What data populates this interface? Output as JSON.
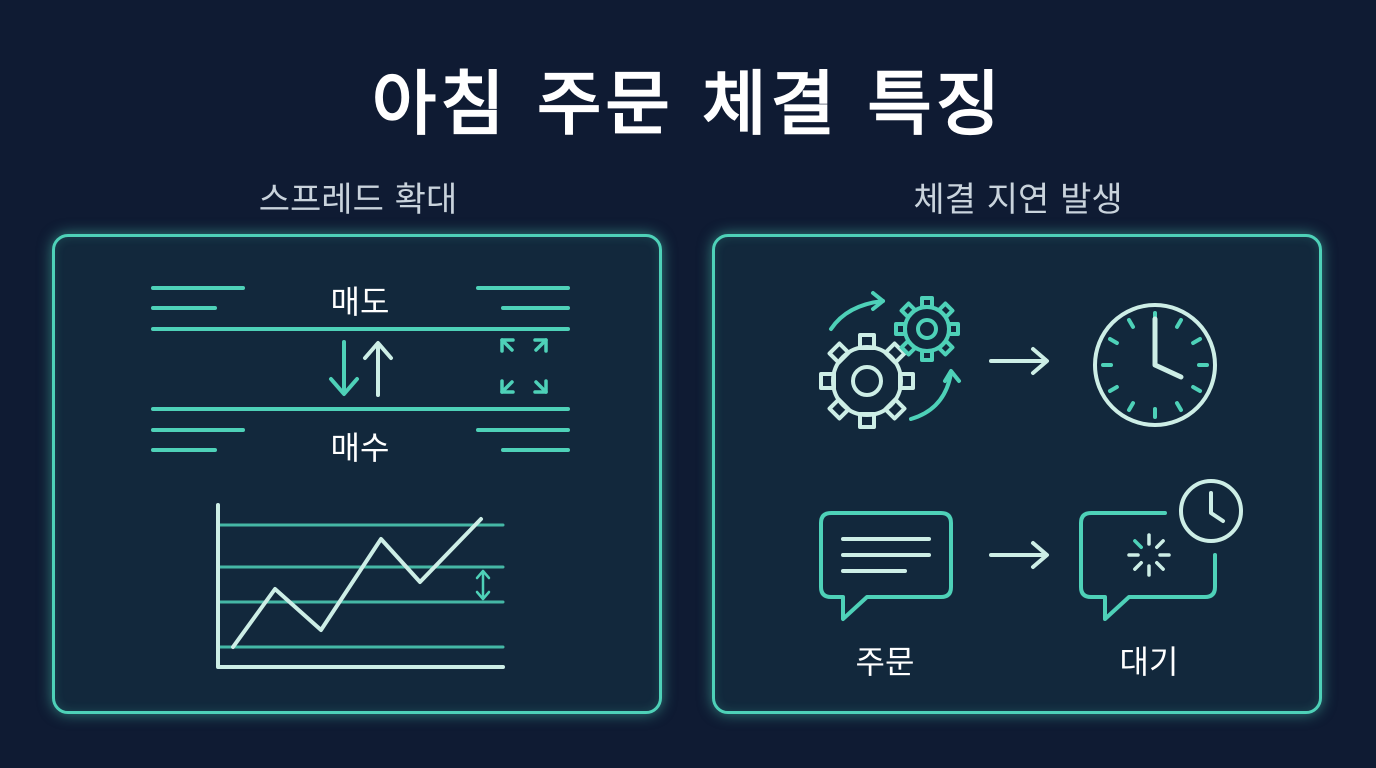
{
  "title": "아침 주문 체결 특징",
  "left_panel": {
    "heading": "스프레드 확대",
    "sell_label": "매도",
    "buy_label": "매수"
  },
  "right_panel": {
    "heading": "체결 지연 발생",
    "order_label": "주문",
    "wait_label": "대기"
  },
  "colors": {
    "background": "#0f1b33",
    "panel": "#12283c",
    "accent": "#4ed1b8",
    "light": "#cdeee6"
  }
}
